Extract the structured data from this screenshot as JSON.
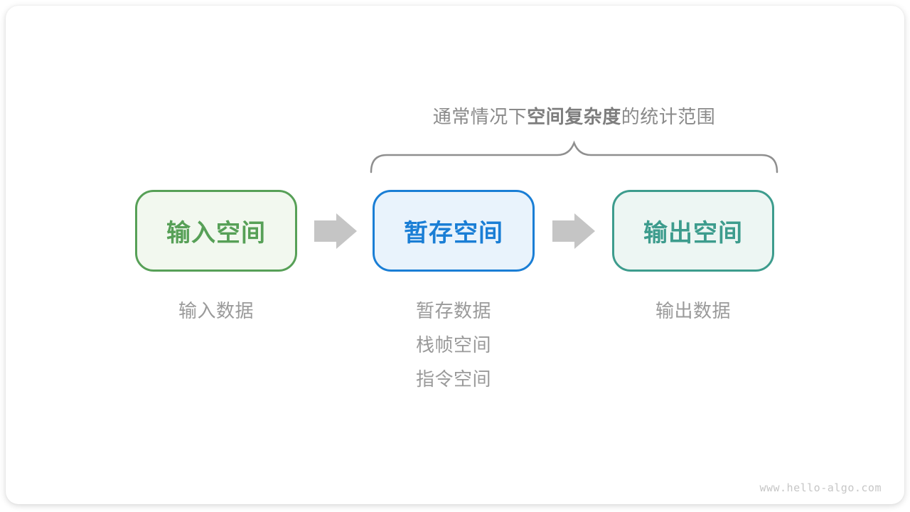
{
  "header": {
    "prefix": "通常情况下",
    "bold": "空间复杂度",
    "suffix": "的统计范围"
  },
  "boxes": [
    {
      "label": "输入空间",
      "border": "#57a057",
      "bg": "#f2f8ef",
      "text_color": "#57a057"
    },
    {
      "label": "暂存空间",
      "border": "#1a7ed5",
      "bg": "#e9f3fc",
      "text_color": "#1a7ed5"
    },
    {
      "label": "输出空间",
      "border": "#3d9c8d",
      "bg": "#edf6f3",
      "text_color": "#3d9c8d"
    }
  ],
  "captions": [
    {
      "lines": [
        "输入数据"
      ]
    },
    {
      "lines": [
        "暂存数据",
        "栈帧空间",
        "指令空间"
      ]
    },
    {
      "lines": [
        "输出数据"
      ]
    }
  ],
  "watermark": "www.hello-algo.com",
  "colors": {
    "arrow": "#c5c5c5",
    "brace": "#8f8f8f",
    "caption": "#9a9a9a",
    "header": "#8a8a8a"
  }
}
